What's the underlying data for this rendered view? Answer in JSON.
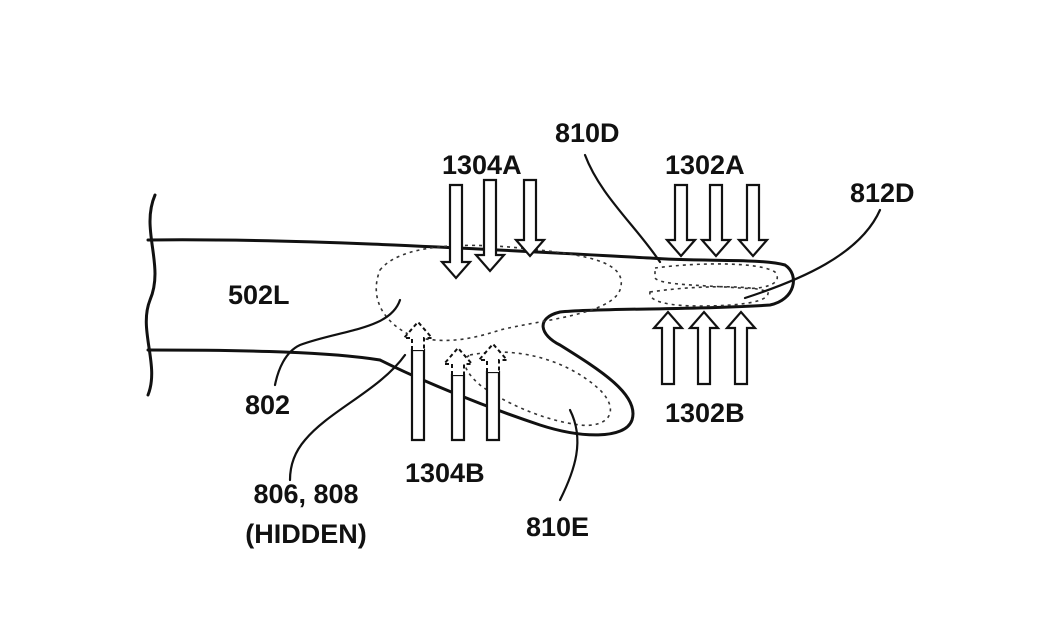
{
  "labels": {
    "finger": "502L",
    "contact_region": "802",
    "hidden_sensors": "806, 808",
    "hidden_note": "(HIDDEN)",
    "arrows_top_left": "1304A",
    "arrows_bottom_left": "1304B",
    "arrows_top_right": "1302A",
    "arrows_bottom_right": "1302B",
    "region_810d": "810D",
    "region_810e": "810E",
    "region_812d": "812D"
  }
}
